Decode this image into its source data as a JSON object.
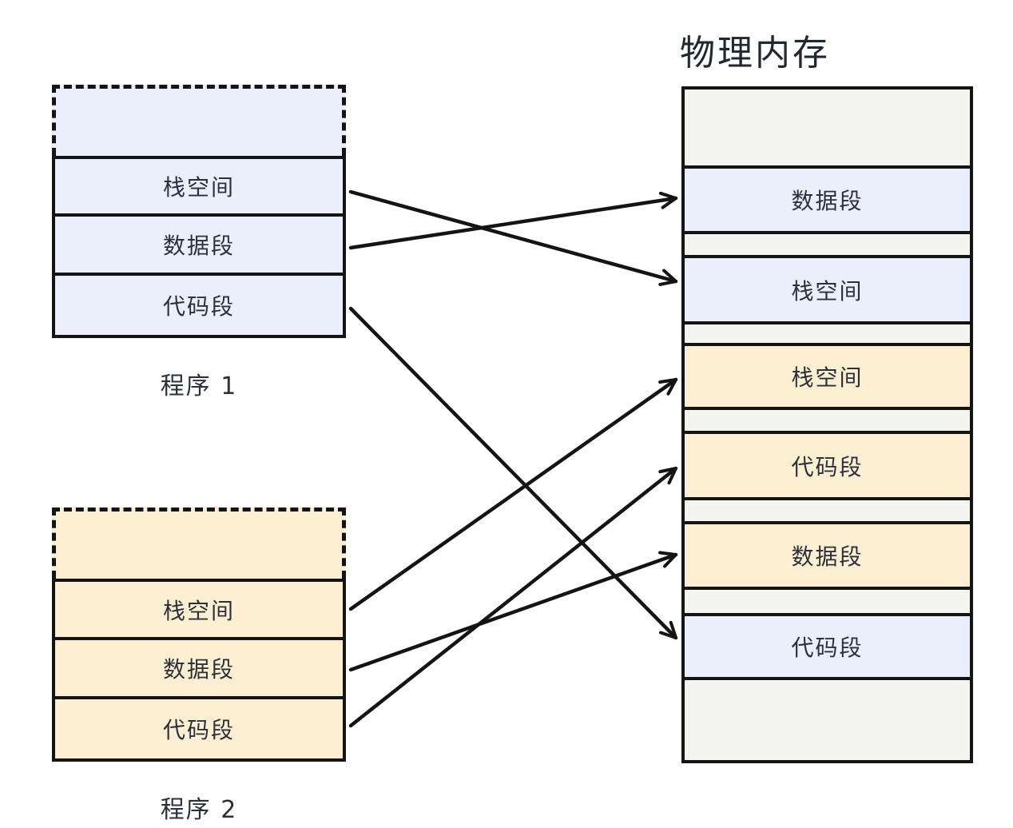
{
  "title": "物理内存",
  "programs": [
    {
      "caption": "程序 1",
      "segments": [
        "栈空间",
        "数据段",
        "代码段"
      ]
    },
    {
      "caption": "程序 2",
      "segments": [
        "栈空间",
        "数据段",
        "代码段"
      ]
    }
  ],
  "memory": {
    "slots": [
      {
        "label": "",
        "owner": "free"
      },
      {
        "label": "数据段",
        "owner": "program1"
      },
      {
        "label": "",
        "owner": "free"
      },
      {
        "label": "栈空间",
        "owner": "program1"
      },
      {
        "label": "",
        "owner": "free"
      },
      {
        "label": "栈空间",
        "owner": "program2"
      },
      {
        "label": "",
        "owner": "free"
      },
      {
        "label": "代码段",
        "owner": "program2"
      },
      {
        "label": "",
        "owner": "free"
      },
      {
        "label": "数据段",
        "owner": "program2"
      },
      {
        "label": "",
        "owner": "free"
      },
      {
        "label": "代码段",
        "owner": "program1"
      },
      {
        "label": "",
        "owner": "free"
      }
    ]
  },
  "mappings": [
    {
      "from": "程序 1 栈空间",
      "to": "物理内存 栈空间"
    },
    {
      "from": "程序 1 数据段",
      "to": "物理内存 数据段"
    },
    {
      "from": "程序 1 代码段",
      "to": "物理内存 代码段"
    },
    {
      "from": "程序 2 栈空间",
      "to": "物理内存 栈空间"
    },
    {
      "from": "程序 2 数据段",
      "to": "物理内存 数据段"
    },
    {
      "from": "程序 2 代码段",
      "to": "物理内存 代码段"
    }
  ],
  "colors": {
    "program1_fill": "#eaeffb",
    "program2_fill": "#fdf0d2",
    "free_fill": "#f4f4f1",
    "line": "#141414",
    "text": "#2b303a"
  }
}
